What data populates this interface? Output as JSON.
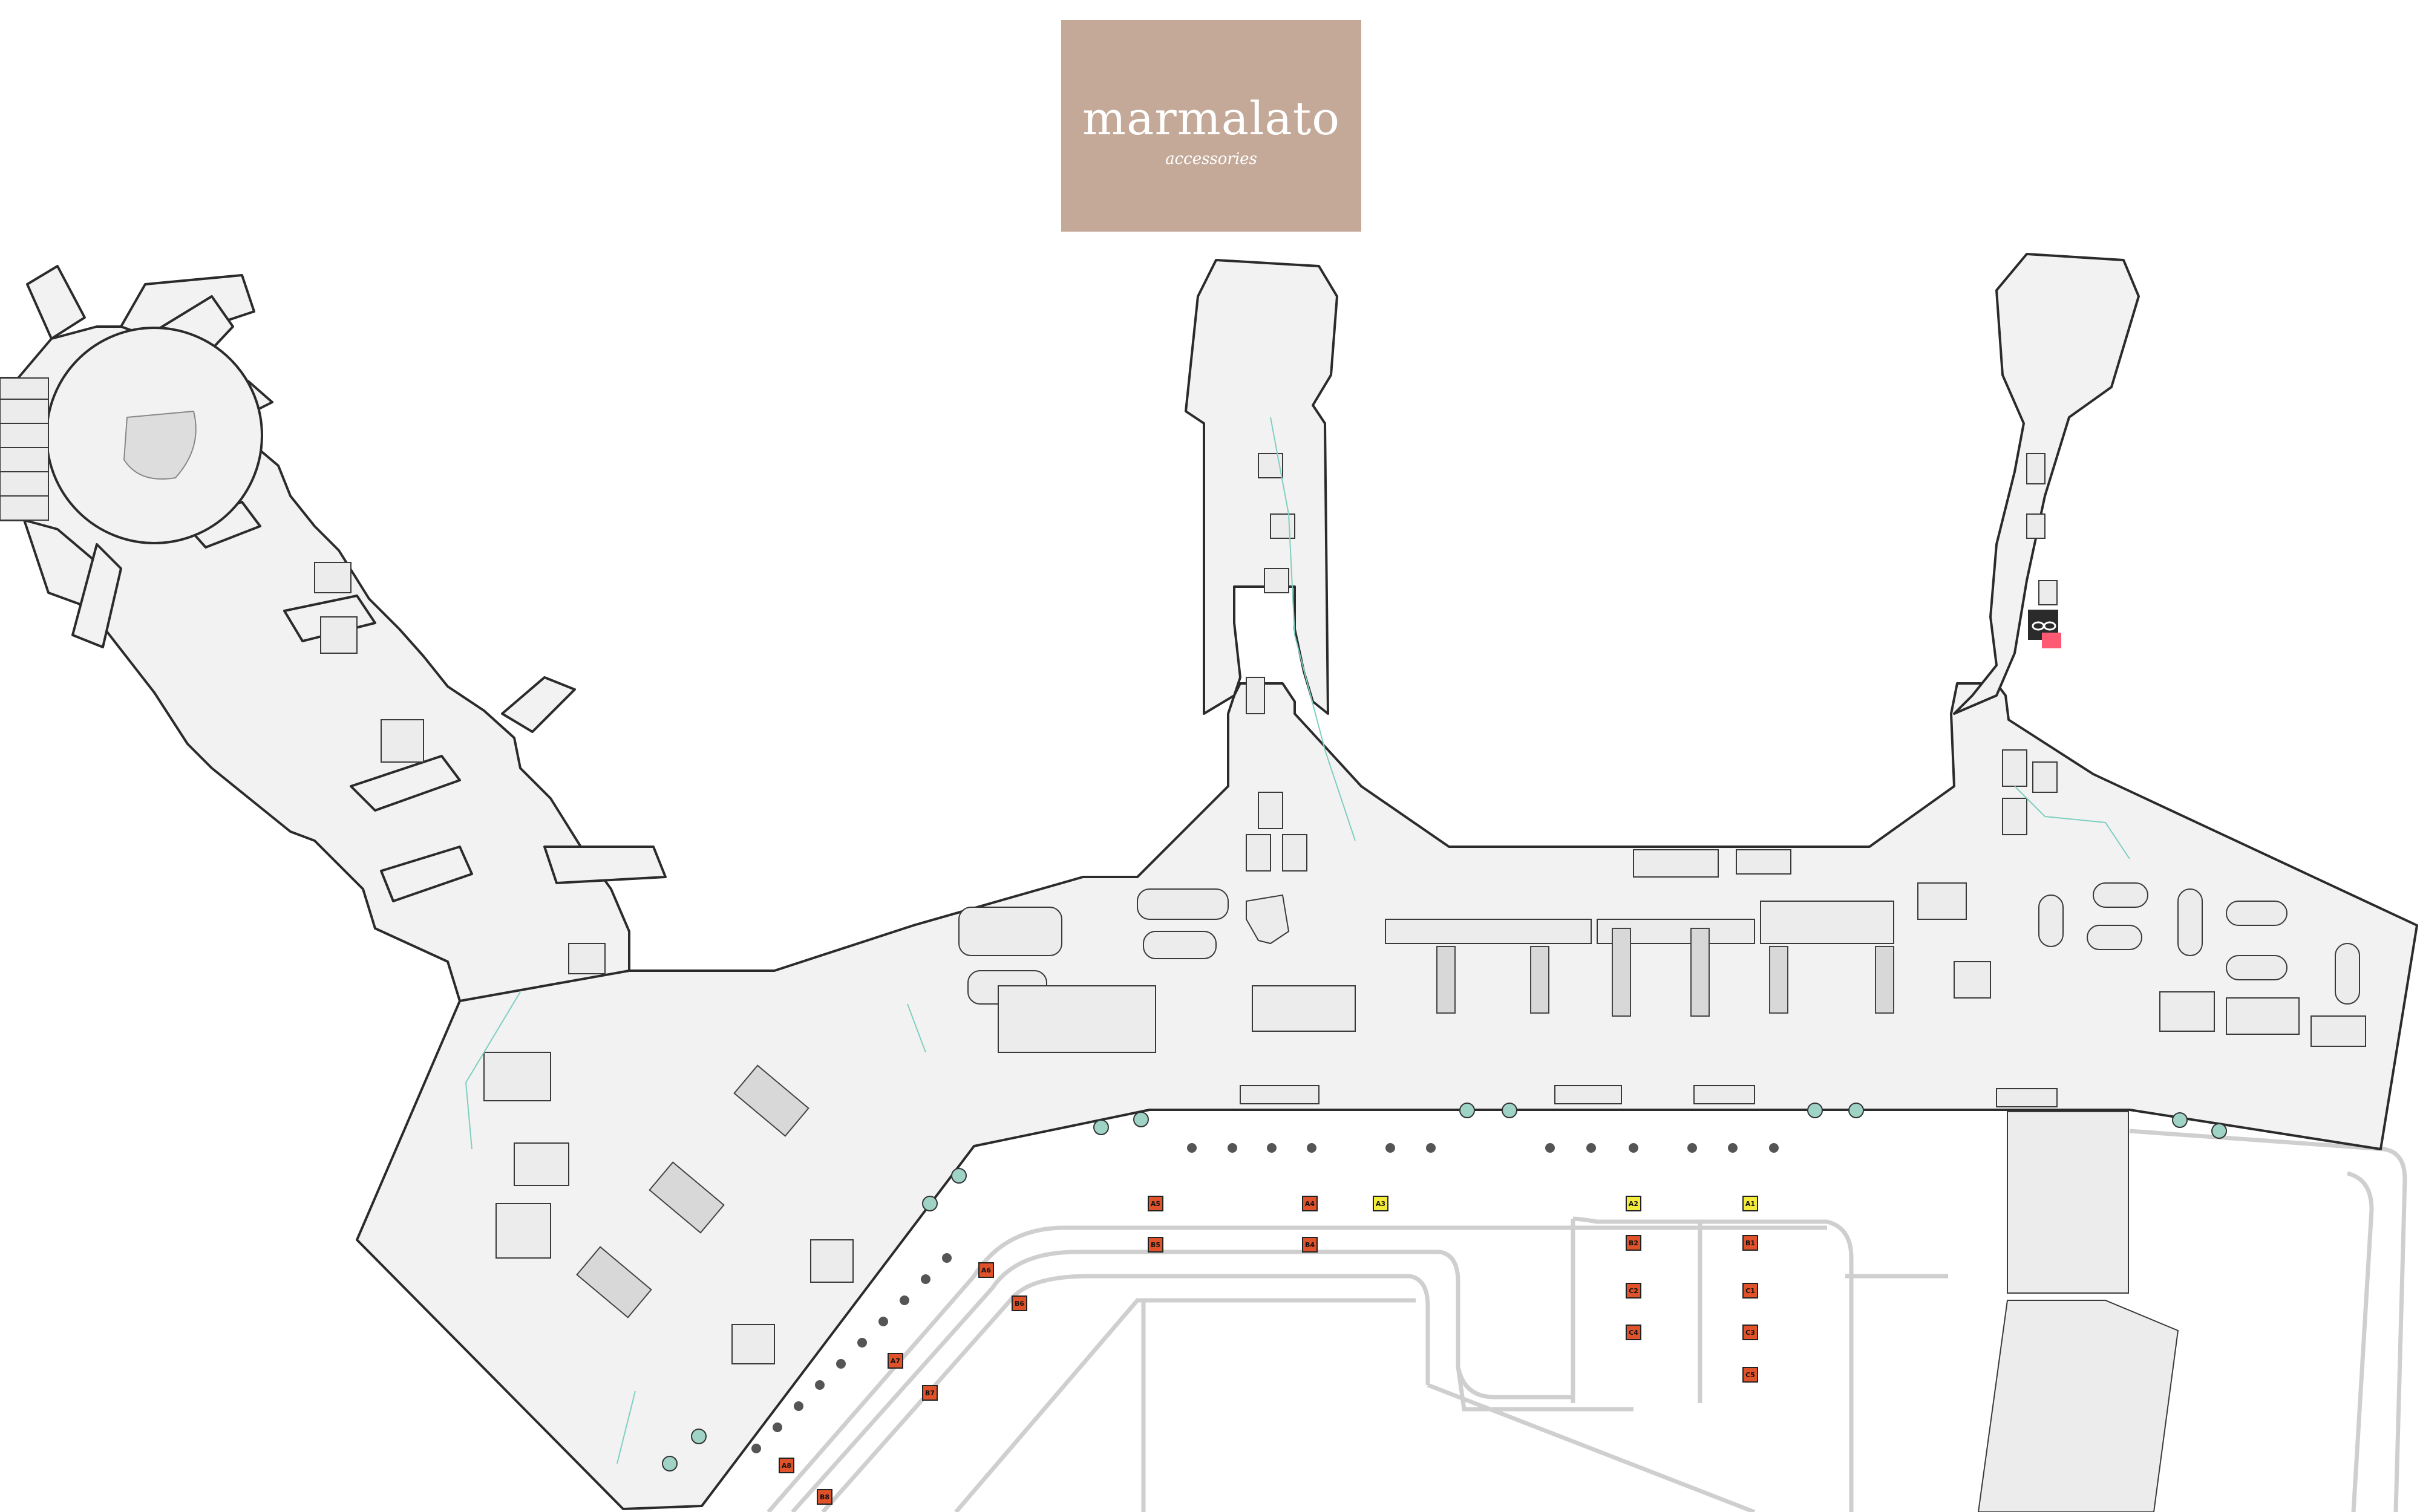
{
  "brand": {
    "name": "marmalato",
    "tagline": "accessories",
    "card_color": "#c4a998"
  },
  "map": {
    "colors": {
      "terminal_fill": "#f2f2f2",
      "outline": "#2b2b2b",
      "road": "#cfcfcf",
      "walkway": "#7fcfc0",
      "stop_sign_fill": "#e0522a",
      "stop_sign_alt_fill": "#f4ec3a",
      "store_marker": "#ff5a73",
      "store_icon_bg": "#2b2b2b"
    },
    "store_marker_icon": "sunglasses-icon",
    "stop_icon": "bus-stop-sign-icon",
    "stops_red": [
      "A5",
      "A4",
      "B5",
      "B4",
      "A6",
      "B6",
      "A7",
      "B7",
      "A8",
      "B8",
      "B2",
      "B1",
      "C2",
      "C1",
      "C4",
      "C3",
      "C5"
    ],
    "stops_yellow": [
      "A3",
      "A2",
      "A1"
    ]
  }
}
